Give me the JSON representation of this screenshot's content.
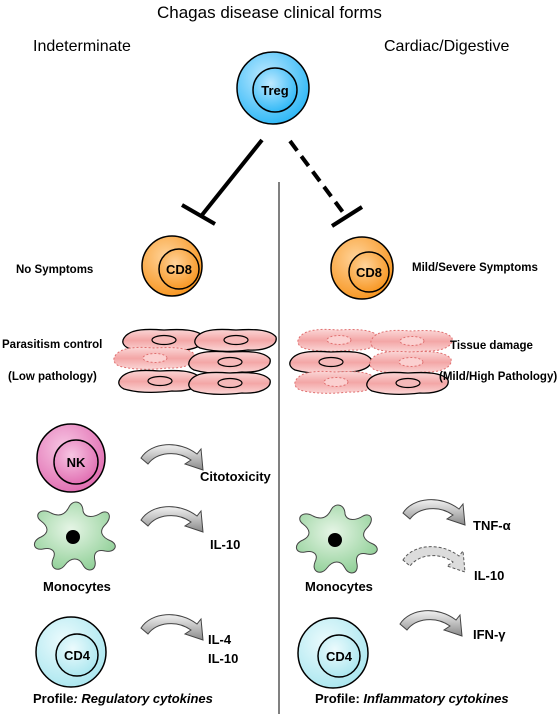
{
  "diagram": {
    "title": "Chagas disease clinical forms",
    "left_column": {
      "heading": "Indeterminate",
      "cd8_label": "No Symptoms",
      "tissue_label_1": "Parasitism control",
      "tissue_label_2": "(Low pathology)",
      "nk_cytokine": "Citotoxicity",
      "monocyte_cytokine": "IL-10",
      "cd4_cytokine_1": "IL-4",
      "cd4_cytokine_2": "IL-10",
      "profile_prefix": "Profile",
      "profile_suffix": ": Regulatory cytokines"
    },
    "right_column": {
      "heading": "Cardiac/Digestive",
      "cd8_label": "Mild/Severe Symptoms",
      "tissue_label_1": "Tissue damage",
      "tissue_label_2": "(Mild/High Pathology)",
      "monocyte_cytokine_1": "TNF-α",
      "monocyte_cytokine_2": "IL-10",
      "cd4_cytokine": "IFN-γ",
      "profile_prefix": "Profile: ",
      "profile_suffix": "Inflammatory cytokines"
    },
    "cells": {
      "treg": "Treg",
      "cd8": "CD8",
      "nk": "NK",
      "cd4": "CD4",
      "monocytes": "Monocytes"
    },
    "colors": {
      "treg": "#29b6f6",
      "cd8": "#f7941d",
      "nk": "#e06bb0",
      "cd4": "#b2ebf2",
      "monocyte": "#b5dfb5",
      "tissue": "#f4b2b2"
    }
  }
}
